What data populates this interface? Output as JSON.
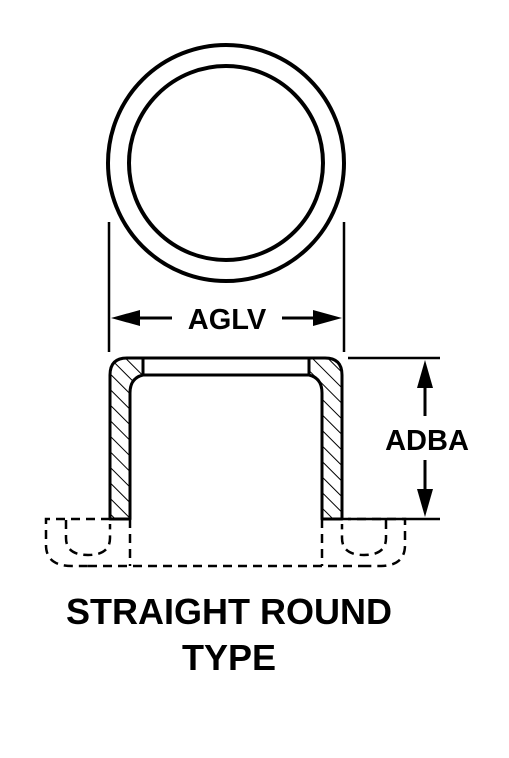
{
  "dimensions": {
    "width_label": "AGLV",
    "height_label": "ADBA"
  },
  "caption": {
    "line1": "STRAIGHT ROUND",
    "line2": "TYPE"
  }
}
